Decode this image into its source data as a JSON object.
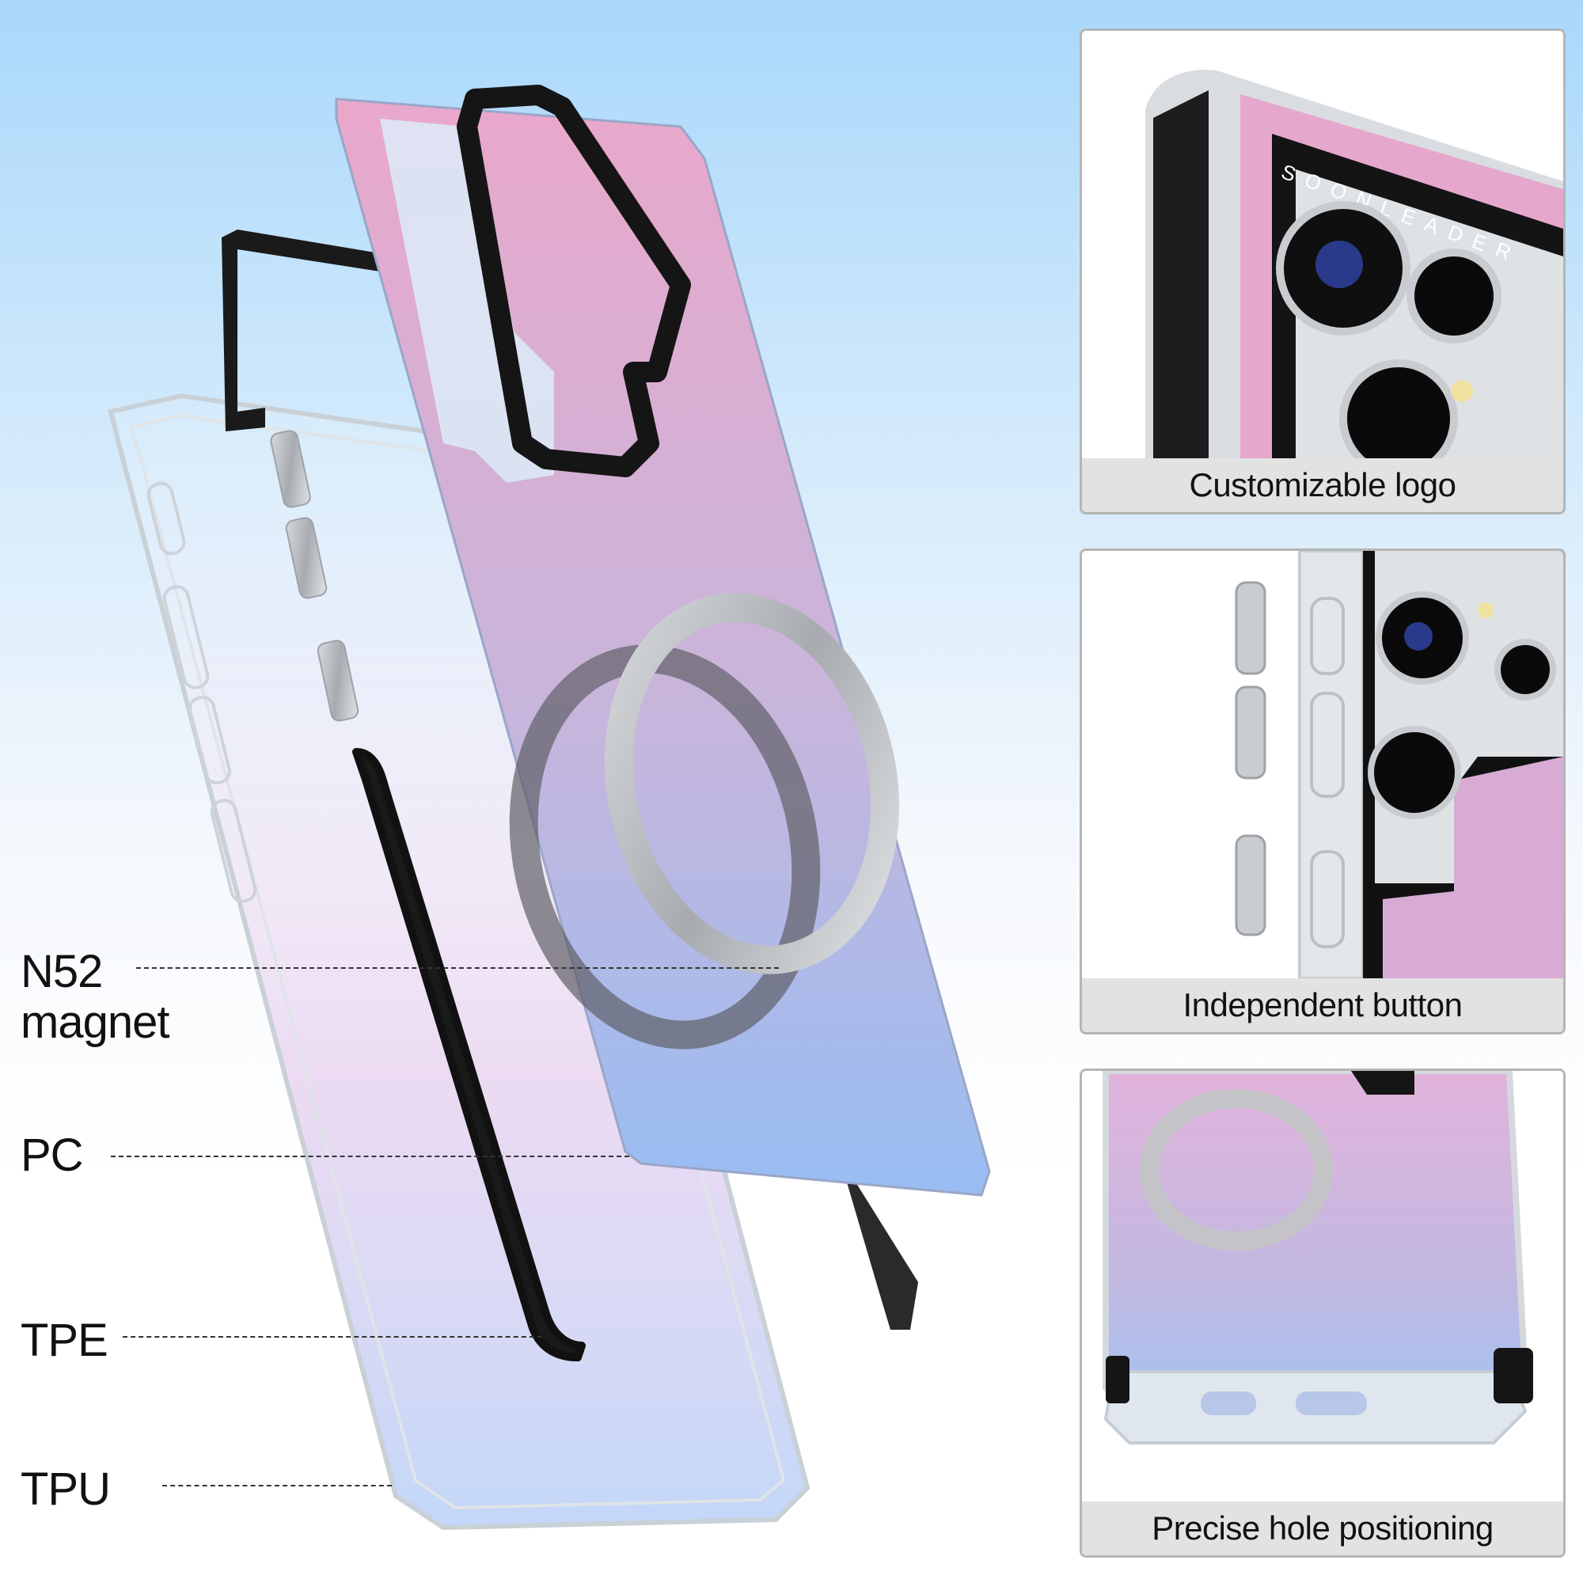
{
  "labels": {
    "magnet_line1": "N52",
    "magnet_line2": "magnet",
    "pc": "PC",
    "tpe": "TPE",
    "tpu": "TPU"
  },
  "panels": [
    {
      "caption": "Customizable logo",
      "logo_text": "SOONLEADER"
    },
    {
      "caption": "Independent button"
    },
    {
      "caption": "Precise hole positioning"
    }
  ],
  "colors": {
    "pink": "#e9a9cc",
    "lavender": "#c3b6dc",
    "blue": "#9abcf2",
    "frame_black": "#1a1a1a",
    "clear_tpu": "#e8eef3",
    "metal": "#b9bcc0"
  },
  "icons": [
    "camera-lens-icon",
    "flash-icon",
    "magnet-ring-icon",
    "button-key-icon"
  ]
}
